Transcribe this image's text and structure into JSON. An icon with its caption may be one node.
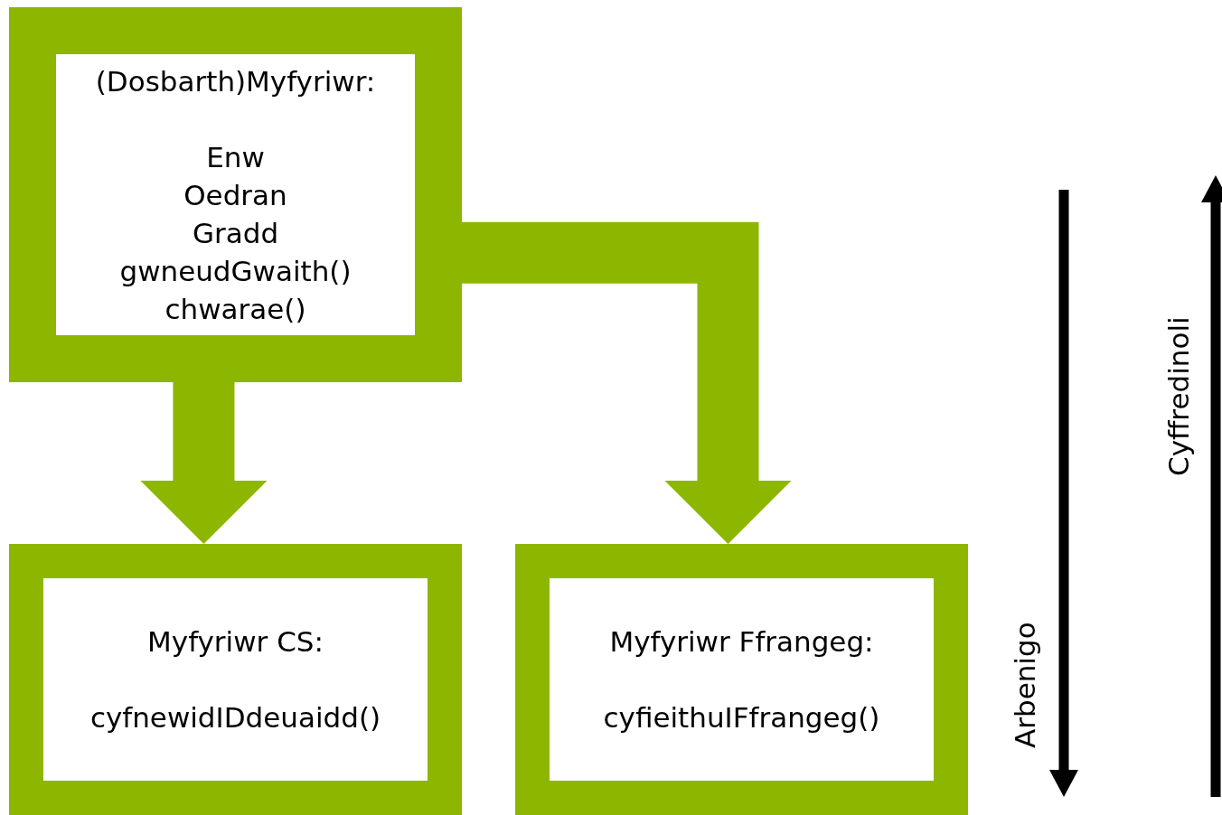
{
  "diagram": {
    "nodes": [
      {
        "text": [
          "(Dosbarth)Myfyriwr:",
          "Enw",
          "Oedran",
          "Gradd",
          "gwneudGwaith()",
          "chwarae()"
        ]
      },
      {
        "text": [
          "Myfyriwr CS:",
          "cyfnewidIDdeuaidd()"
        ]
      },
      {
        "text": [
          "Myfyriwr Ffrangeg:",
          "cyfieithuIFfrangeg()"
        ]
      }
    ],
    "edges": [
      {
        "from": 0,
        "to": 1,
        "arrow": "to"
      },
      {
        "from": 0,
        "to": 2,
        "arrow": "to"
      }
    ],
    "labels": [
      "Arbenigo",
      "Cyffredinoli"
    ]
  }
}
